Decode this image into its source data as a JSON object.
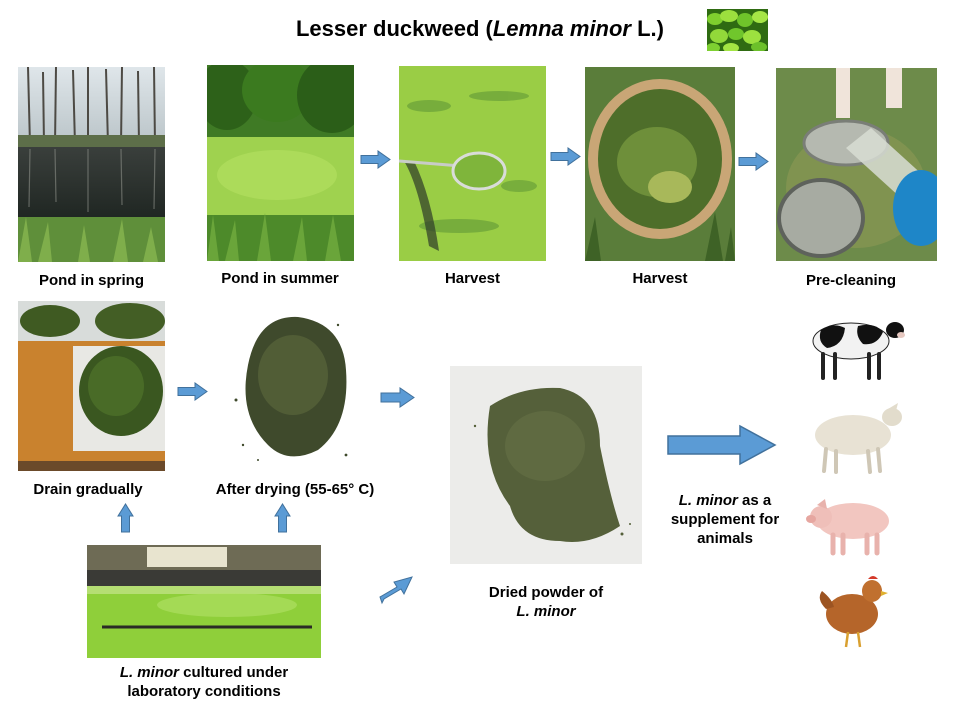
{
  "title": {
    "common": "Lesser duckweed (",
    "latin": "Lemna minor",
    "suffix": " L.)"
  },
  "colors": {
    "arrow_fill": "#5b9bd5",
    "arrow_stroke": "#41719c",
    "duckweed_green": "#8fcf3a",
    "powder": "#55603a"
  },
  "labels": {
    "pond_spring": "Pond in spring",
    "pond_summer": "Pond in summer",
    "harvest_1": "Harvest",
    "harvest_2": "Harvest",
    "pre_cleaning": "Pre-cleaning",
    "drain_gradually": "Drain gradually",
    "after_drying": "After drying (55-65° C)",
    "lab_latin": "L. minor",
    "lab_text_1": " cultured under",
    "lab_text_2": "laboratory conditions",
    "powder_1": "Dried powder of",
    "powder_latin": "L. minor",
    "supplement_latin": "L. minor",
    "supplement_1": " as a",
    "supplement_2": "supplement for",
    "supplement_3": "animals"
  }
}
